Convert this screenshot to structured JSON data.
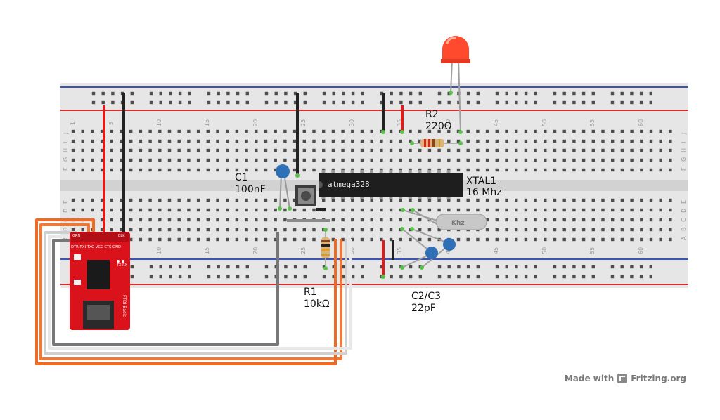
{
  "components": {
    "c1": {
      "ref": "C1",
      "value": "100nF"
    },
    "r2": {
      "ref": "R2",
      "value": "220Ω"
    },
    "xtal1": {
      "ref": "XTAL1",
      "value": "16 Mhz"
    },
    "r1": {
      "ref": "R1",
      "value": "10kΩ"
    },
    "c2c3": {
      "ref": "C2/C3",
      "value": "22pF"
    },
    "chip": {
      "label": "atmega328"
    },
    "crystal": {
      "label": "Khz"
    }
  },
  "ftdi": {
    "pins": "DTR RXI TXO VCC CTS GND",
    "grn": "GRN",
    "blk": "BLK",
    "leds": "TX RX",
    "name": "FTDI Basic"
  },
  "breadboard": {
    "column_numbers": [
      "1",
      "5",
      "10",
      "15",
      "20",
      "25",
      "30",
      "35",
      "40",
      "45",
      "50",
      "55",
      "60"
    ],
    "row_letters_top": [
      "J",
      "I",
      "H",
      "G",
      "F"
    ],
    "row_letters_bottom": [
      "E",
      "D",
      "C",
      "B",
      "A"
    ]
  },
  "footer": {
    "made_with": "Made with",
    "brand": "Fritzing.org"
  },
  "colors": {
    "rail_red": "#d62d2d",
    "rail_blue": "#3a55b4",
    "wire_red": "#d61f1f",
    "wire_black": "#222222",
    "wire_orange": "#ef6a22",
    "wire_gray": "#777777",
    "wire_white": "#e8e8e8",
    "ftdi_red": "#d9121b",
    "chip_black": "#1e1e1e",
    "capacitor_blue": "#2f6fb5",
    "led_red": "#ff4a2e"
  }
}
